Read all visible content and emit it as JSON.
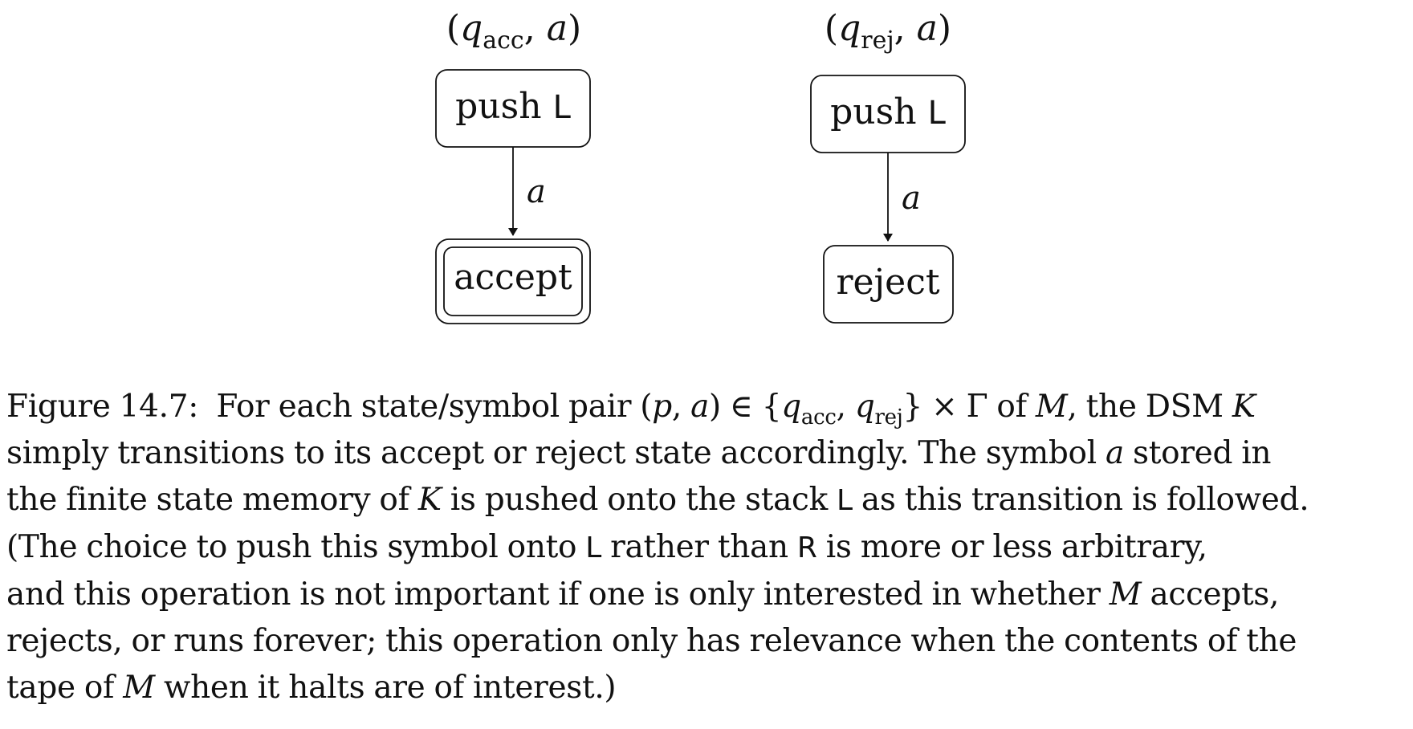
{
  "figure": {
    "left_state": {
      "label_symbol": "q",
      "label_subscript": "acc",
      "label_arg": "a",
      "top_box_text": "push",
      "top_box_stack": "L",
      "edge_label": "a",
      "bottom_box_text": "accept"
    },
    "right_state": {
      "label_symbol": "q",
      "label_subscript": "rej",
      "label_arg": "a",
      "top_box_text": "push",
      "top_box_stack": "L",
      "edge_label": "a",
      "bottom_box_text": "reject"
    }
  },
  "caption": {
    "figure_number": "Figure 14.7:",
    "line1_text_a": "For each state/symbol pair (",
    "line1_p": "p",
    "line1_comma": ", ",
    "line1_a": "a",
    "line1_text_b": ") ∈ {",
    "line1_q": "q",
    "line1_acc": "acc",
    "line1_comma2": ", ",
    "line1_q2": "q",
    "line1_rej": "rej",
    "line1_text_c": "} × Γ of ",
    "line1_M": "M",
    "line1_text_d": ", the DSM ",
    "line1_K": "K",
    "line2_text_a": "simply transitions to its accept or reject state accordingly. The symbol ",
    "line2_a": "a",
    "line2_text_b": " stored in",
    "line3_text_a": "the finite state memory of ",
    "line3_K": "K",
    "line3_text_b": " is pushed onto the stack ",
    "line3_L": "L",
    "line3_text_c": " as this transition is followed.",
    "line4_text_a": "(The choice to push this symbol onto ",
    "line4_L": "L",
    "line4_text_b": " rather than ",
    "line4_R": "R",
    "line4_text_c": " is more or less arbitrary,",
    "line5_text_a": "and this operation is not important if one is only interested in whether ",
    "line5_M": "M",
    "line5_text_b": " accepts,",
    "line6_text": "rejects, or runs forever; this operation only has relevance when the contents of the",
    "line7_text_a": "tape of ",
    "line7_M": "M",
    "line7_text_b": " when it halts are of interest.)"
  }
}
